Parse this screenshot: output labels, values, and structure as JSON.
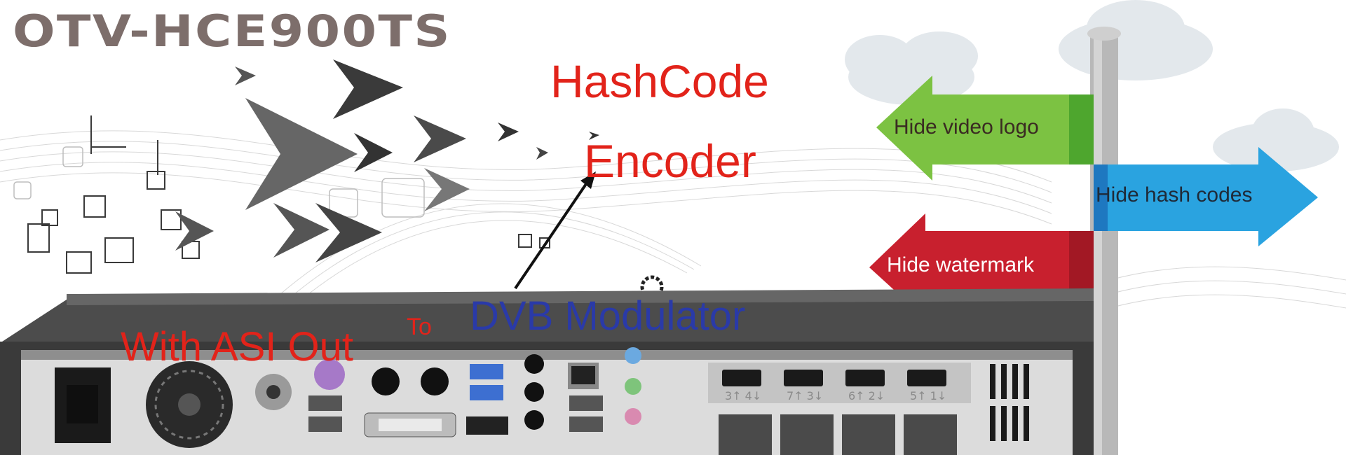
{
  "title": "OTV-HCE900TS",
  "headline": {
    "line1": "HashCode",
    "line2": "Encoder"
  },
  "signs": [
    {
      "label": "Hide video logo",
      "color": "#7cc242"
    },
    {
      "label": "Hide hash codes",
      "color": "#2aa3e0"
    },
    {
      "label": "Hide watermark",
      "color": "#c8202e"
    }
  ],
  "device": {
    "front_text": "DVB Modulator",
    "connector": "To",
    "asi_text": "With ASI Out",
    "hdmi_ports": [
      "3↑ 4↓",
      "7↑ 3↓",
      "6↑ 2↓",
      "5↑ 1↓"
    ]
  },
  "colors": {
    "title": "#7d6e6b",
    "accent_red": "#e2231a",
    "accent_blue": "#2a3aa8"
  }
}
